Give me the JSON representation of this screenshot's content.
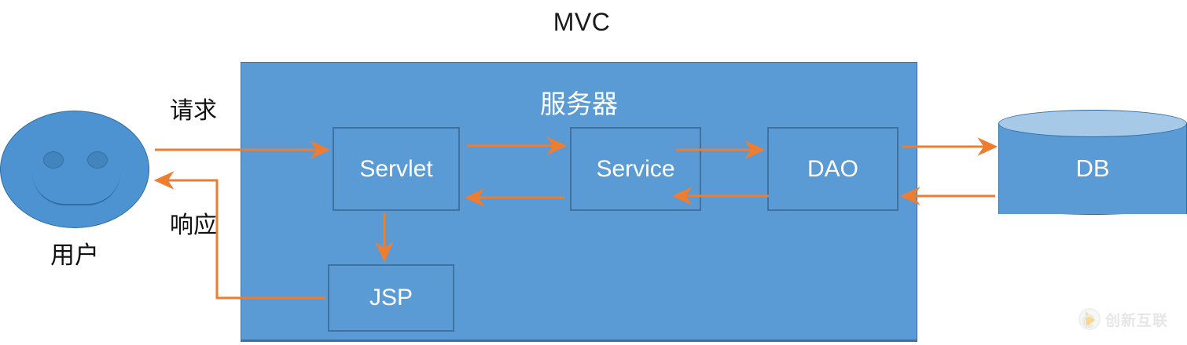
{
  "title": "MVC",
  "server": {
    "label": "服务器"
  },
  "actor": {
    "label": "用户",
    "icon": "smiley-face-icon"
  },
  "flows": {
    "request_label": "请求",
    "response_label": "响应"
  },
  "nodes": [
    {
      "id": "servlet",
      "label": "Servlet"
    },
    {
      "id": "service",
      "label": "Service"
    },
    {
      "id": "dao",
      "label": "DAO"
    },
    {
      "id": "jsp",
      "label": "JSP"
    }
  ],
  "database": {
    "label": "DB",
    "icon": "database-cylinder-icon"
  },
  "watermark": {
    "text": "创新互联",
    "icon": "brand-logo-icon"
  },
  "colors": {
    "panel_fill": "#5B9BD5",
    "panel_border": "#41719C",
    "box_fill": "#5B9BD5",
    "box_border": "#41719C",
    "arrow": "#ED7D31",
    "actor_fill": "#4D93D1",
    "actor_stroke": "#2E6CA4",
    "db_top_fill": "#A6C9E8",
    "text_light": "#FFFFFF",
    "text_dark": "#111111"
  }
}
